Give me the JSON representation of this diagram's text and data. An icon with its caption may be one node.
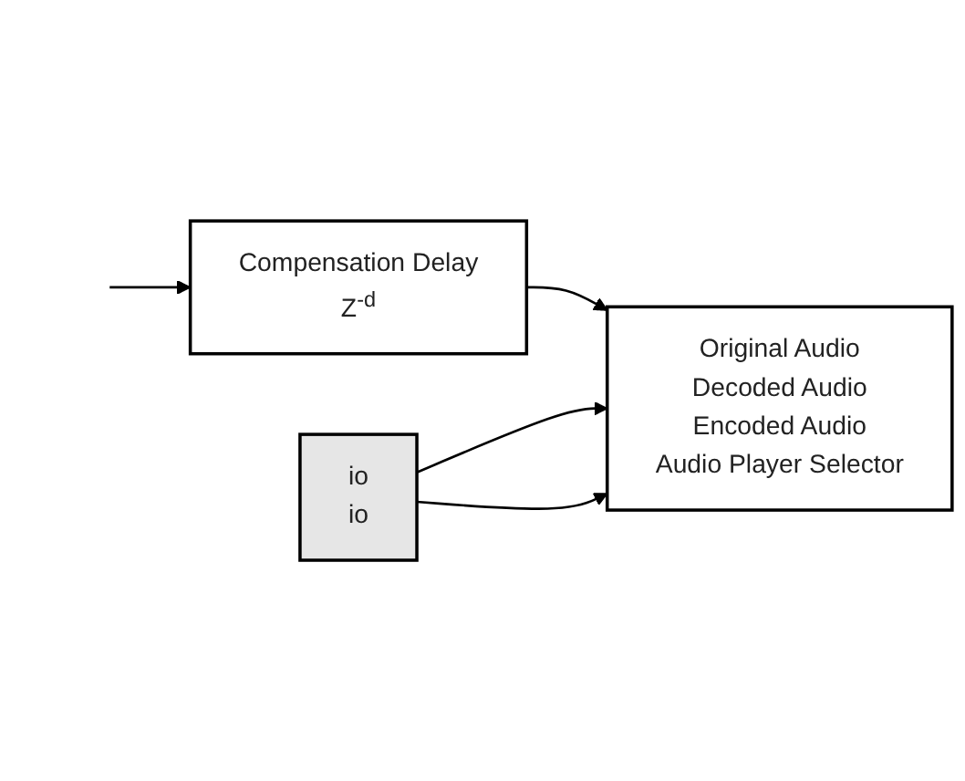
{
  "diagram": {
    "nodes": [
      {
        "text": [
          "io",
          "io"
        ]
      },
      {
        "text": [
          "Compensation Delay",
          "Z$^{-d}$"
        ]
      },
      {
        "text": [
          "Original Audio",
          "Decoded Audio",
          "Encoded Audio",
          "Audio Player Selector"
        ]
      }
    ],
    "edges": [
      {
        "from": null,
        "to": 1,
        "arrow": "to"
      },
      {
        "from": 1,
        "to": 2,
        "arrow": "to"
      },
      {
        "from": 0,
        "to": 2,
        "arrow": "to"
      },
      {
        "from": 0,
        "to": 2,
        "arrow": "to"
      }
    ]
  }
}
